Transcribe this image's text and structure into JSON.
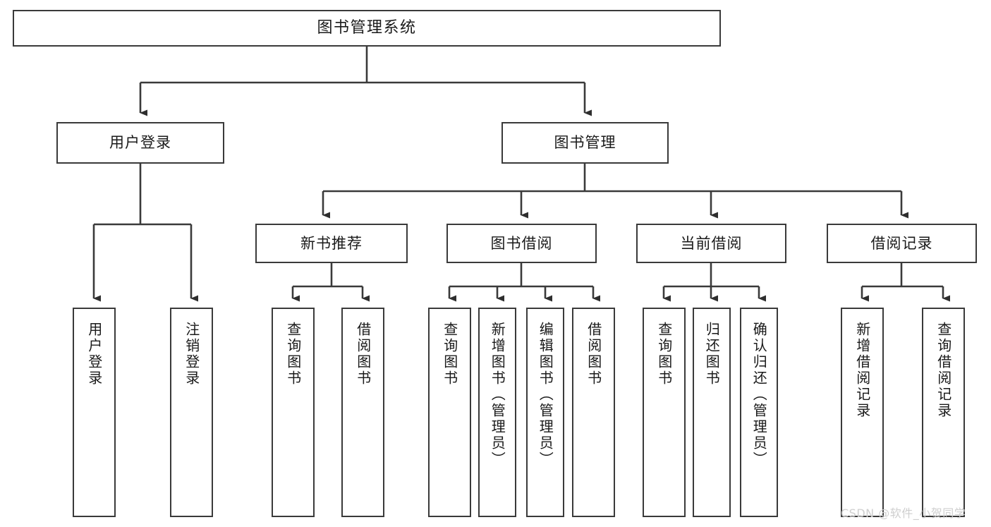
{
  "diagram": {
    "title": "图书管理系统",
    "type": "hierarchy-tree",
    "root": {
      "label": "图书管理系统"
    },
    "level2": [
      {
        "label": "用户登录"
      },
      {
        "label": "图书管理"
      }
    ],
    "level3": [
      {
        "label": "新书推荐"
      },
      {
        "label": "图书借阅"
      },
      {
        "label": "当前借阅"
      },
      {
        "label": "借阅记录"
      }
    ],
    "leaves": [
      {
        "label": "用户登录",
        "parent": "用户登录"
      },
      {
        "label": "注销登录",
        "parent": "用户登录"
      },
      {
        "label": "查询图书",
        "parent": "新书推荐"
      },
      {
        "label": "借阅图书",
        "parent": "新书推荐"
      },
      {
        "label": "查询图书",
        "parent": "图书借阅"
      },
      {
        "label": "新增图书（管理员）",
        "parent": "图书借阅"
      },
      {
        "label": "编辑图书（管理员）",
        "parent": "图书借阅"
      },
      {
        "label": "借阅图书",
        "parent": "图书借阅"
      },
      {
        "label": "查询图书",
        "parent": "当前借阅"
      },
      {
        "label": "归还图书",
        "parent": "当前借阅"
      },
      {
        "label": "确认归还（管理员）",
        "parent": "当前借阅"
      },
      {
        "label": "新增借阅记录",
        "parent": "借阅记录"
      },
      {
        "label": "查询借阅记录",
        "parent": "借阅记录"
      }
    ]
  },
  "watermark": {
    "text": "CSDN @软件_小贺同学"
  },
  "colors": {
    "box_border": "#3a3a3a",
    "box_fill": "#ffffff",
    "connector": "#3a3a3a",
    "text": "#1a1a1a",
    "watermark": "#cfcfcf",
    "background": "#ffffff"
  }
}
